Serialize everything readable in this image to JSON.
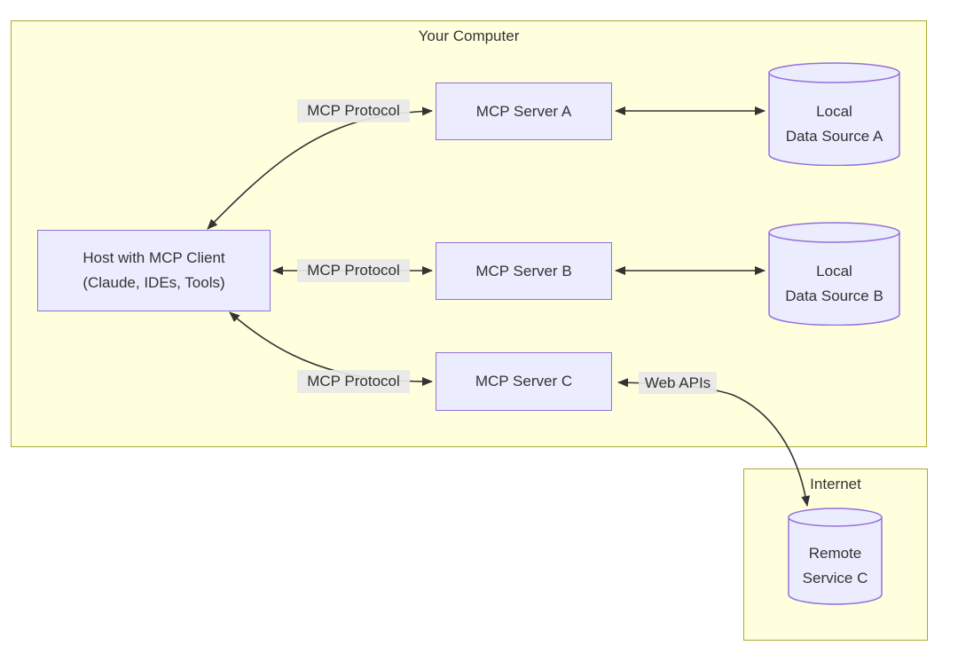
{
  "clusters": {
    "computer": {
      "title": "Your Computer"
    },
    "internet": {
      "title": "Internet"
    }
  },
  "nodes": {
    "host": {
      "line1": "Host with MCP Client",
      "line2": "(Claude, IDEs, Tools)"
    },
    "serverA": {
      "label": "MCP Server A"
    },
    "serverB": {
      "label": "MCP Server B"
    },
    "serverC": {
      "label": "MCP Server C"
    },
    "dataA": {
      "line1": "Local",
      "line2": "Data Source A"
    },
    "dataB": {
      "line1": "Local",
      "line2": "Data Source B"
    },
    "remoteC": {
      "line1": "Remote",
      "line2": "Service C"
    }
  },
  "edges": {
    "hostServerA": {
      "label": "MCP Protocol",
      "bidirectional": true
    },
    "hostServerB": {
      "label": "MCP Protocol",
      "bidirectional": true
    },
    "hostServerC": {
      "label": "MCP Protocol",
      "bidirectional": true
    },
    "serverADataA": {
      "label": "",
      "bidirectional": true
    },
    "serverBDataB": {
      "label": "",
      "bidirectional": true
    },
    "serverCRemote": {
      "label": "Web APIs",
      "bidirectional": true
    }
  },
  "colors": {
    "cluster_fill": "#ffffde",
    "cluster_border": "#aaaa33",
    "node_fill": "#ECECFF",
    "node_border": "#9370DB",
    "edge_label_bg": "#e8e8e8",
    "text": "#333333",
    "arrow": "#333333",
    "background": "#ffffff"
  }
}
